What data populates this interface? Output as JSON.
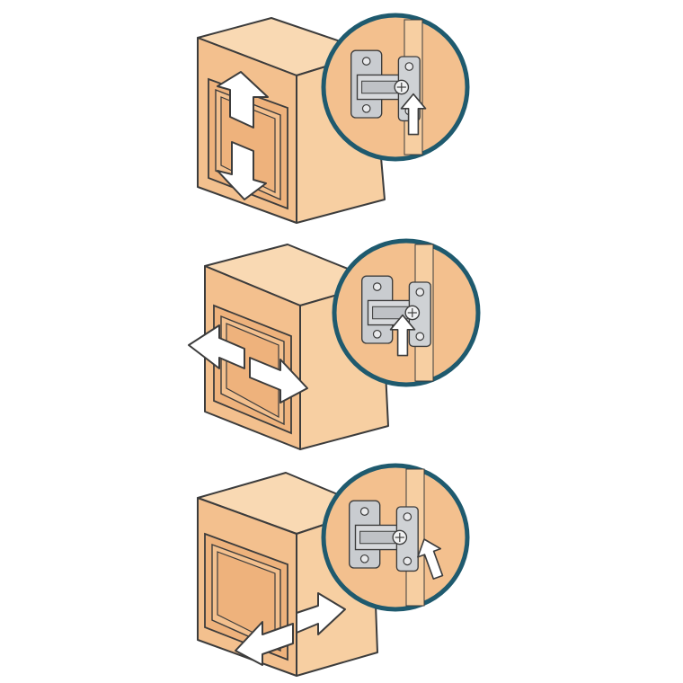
{
  "illustration": {
    "panels": [
      {
        "id": "vertical",
        "adjustment": "up-down"
      },
      {
        "id": "side",
        "adjustment": "left-right"
      },
      {
        "id": "depth",
        "adjustment": "in-out"
      }
    ]
  },
  "colors": {
    "cabinet_front": "#f3c08e",
    "cabinet_side": "#f7cfa2",
    "cabinet_top": "#f9d9b3",
    "door_panel": "#eeb27c",
    "outline": "#3c3c3c",
    "detail_ring": "#1f5a6e",
    "hinge_metal": "#c9ccd0",
    "arrow_fill": "#ffffff"
  },
  "icons": [
    "up-down-arrow-icon",
    "left-right-arrow-icon",
    "in-out-arrow-icon",
    "hinge-icon"
  ]
}
